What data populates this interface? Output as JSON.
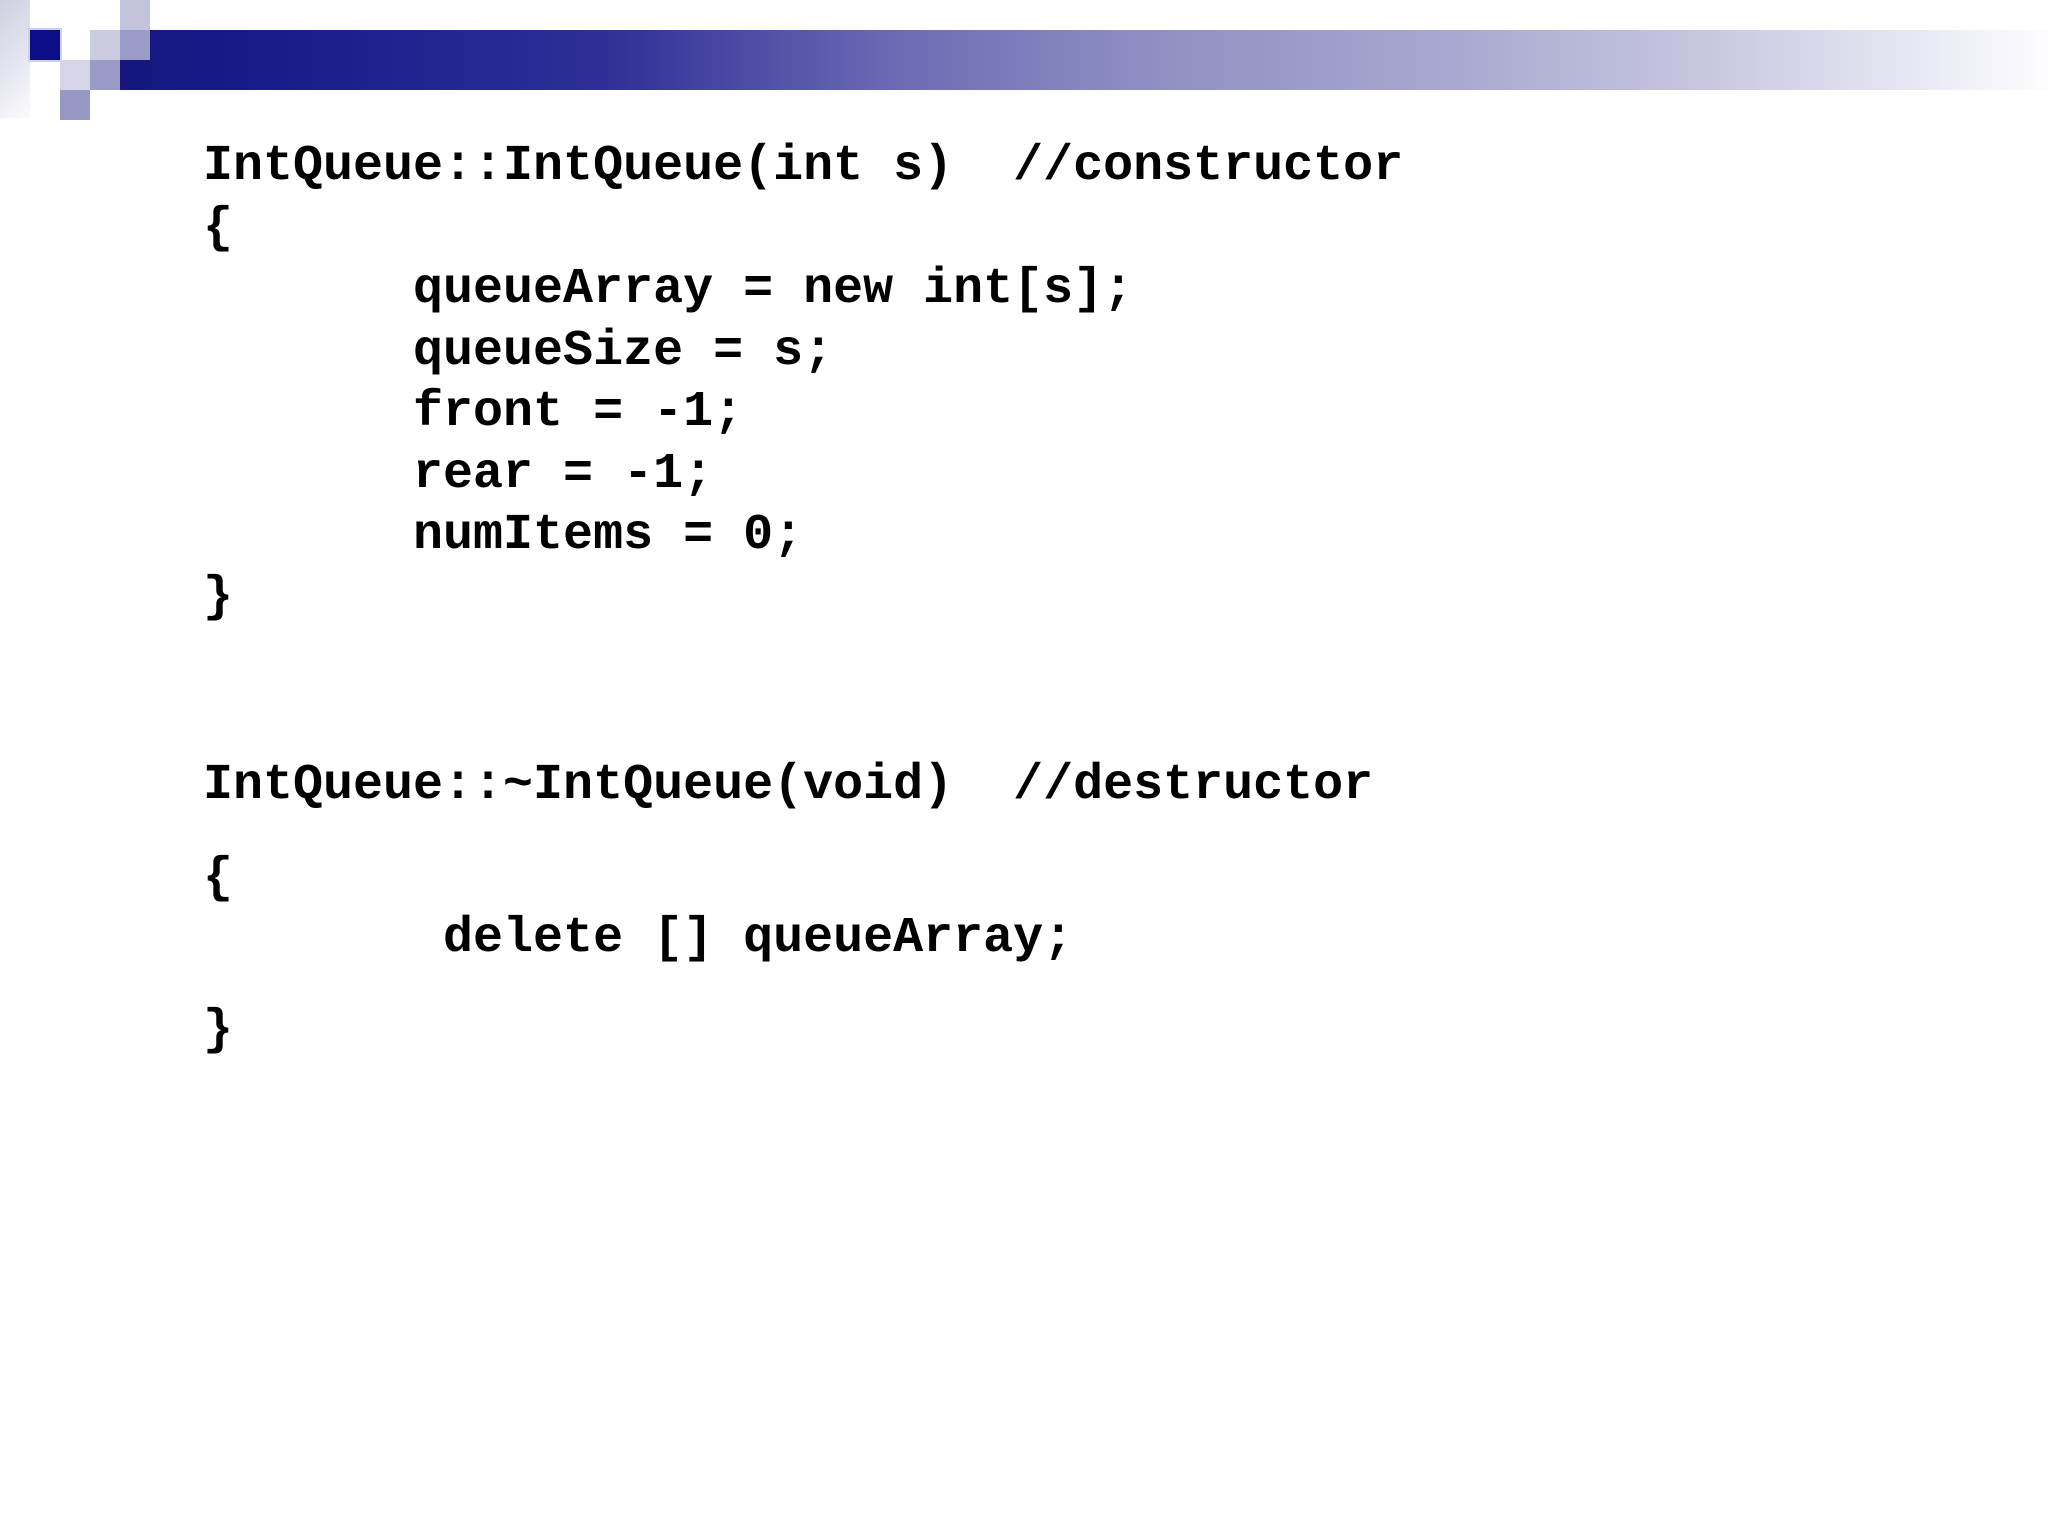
{
  "slide": {
    "background_color": "#ffffff",
    "text_color": "#000000",
    "accent_navy": "#1a1a8c",
    "accent_periwinkle": "#9b9bc8",
    "accent_lavender": "#cbcbdf"
  },
  "decoration": {
    "bar_gradient": [
      "#16167e",
      "#6a6ab4",
      "#c6c6e0",
      "#ffffff"
    ],
    "square_colors": {
      "navy": "#0d0d87",
      "pale_top": "#c3c3dc",
      "lavender": "#cbcbdf",
      "periwinkle_a": "#9b9bc8",
      "light": "#d5d5e7",
      "periwinkle_b": "#9a9ac6",
      "periwinkle_c": "#9898c4"
    }
  },
  "code_blocks": [
    {
      "id": "constructor",
      "lines": [
        "IntQueue::IntQueue(int s)  //constructor",
        "{",
        "       queueArray = new int[s];",
        "       queueSize = s;",
        "       front = -1;",
        "       rear = -1;",
        "       numItems = 0;",
        "}"
      ]
    },
    {
      "id": "destructor",
      "lines": [
        "IntQueue::~IntQueue(void)  //destructor",
        "{",
        "        delete [] queueArray;",
        "}"
      ]
    }
  ]
}
